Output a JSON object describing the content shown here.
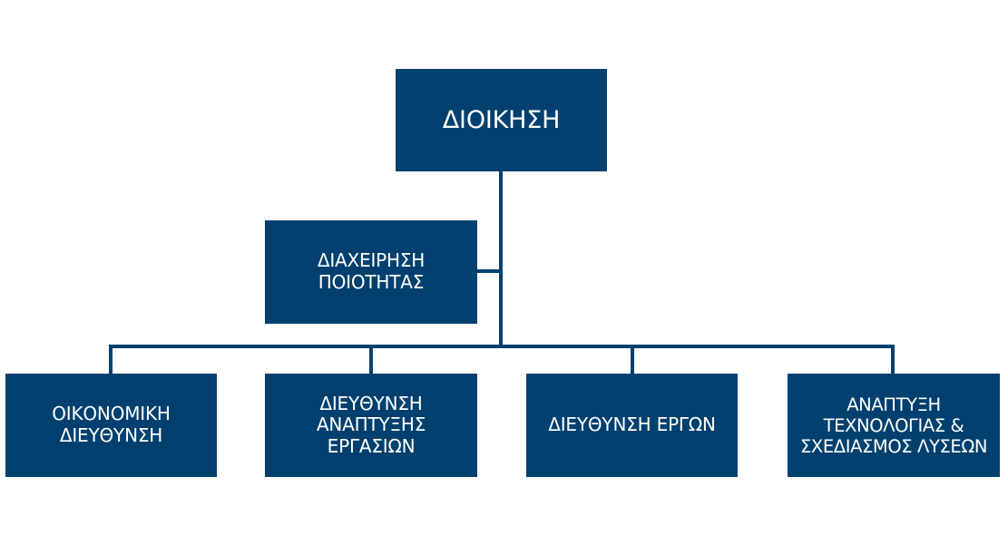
{
  "org_chart": {
    "top": {
      "label": "ΔΙΟΙΚΗΣΗ"
    },
    "staff": {
      "label": "ΔΙΑΧΕΙΡΗΣΗ\nΠΟΙΟΤΗΤΑΣ"
    },
    "departments": [
      {
        "label": "ΟΙΚΟΝΟΜΙΚΗ\nΔΙΕΥΘΥΝΣΗ"
      },
      {
        "label": "ΔΙΕΥΘΥΝΣΗ\nΑΝΑΠΤΥΞΗΣ\nΕΡΓΑΣΙΩΝ"
      },
      {
        "label": "ΔΙΕΥΘΥΝΣΗ ΕΡΓΩΝ"
      },
      {
        "label": "ΑΝΑΠΤΥΞΗ\nΤΕΧΝΟΛΟΓΙΑΣ &\nΣΧΕΔΙΑΣΜΟΣ ΛΥΣΕΩΝ"
      }
    ]
  },
  "colors": {
    "box_fill": "#02416f",
    "connector": "#02416f",
    "text": "#ffffff"
  }
}
